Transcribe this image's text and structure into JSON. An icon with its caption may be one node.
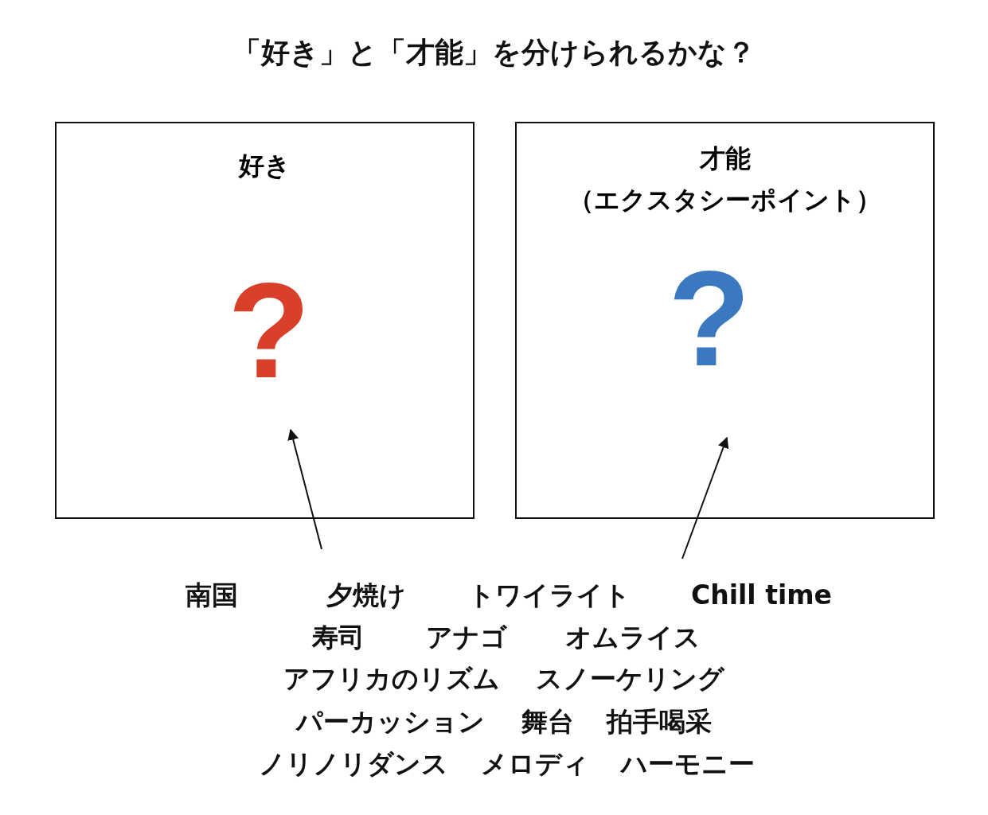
{
  "diagram": {
    "title": "「好き」と「才能」を分けられるかな？",
    "nodes": [
      {
        "text": [
          "好き",
          "?"
        ]
      },
      {
        "text": [
          "才能（エクスタシーポイント）",
          "?"
        ]
      }
    ],
    "edges": [
      {
        "from": null,
        "to": 0,
        "arrow": "to"
      },
      {
        "from": null,
        "to": 1,
        "arrow": "to"
      }
    ],
    "labels": [
      "南国",
      "夕焼け",
      "トワイライト",
      "Chill time",
      "寿司",
      "アナゴ",
      "オムライス",
      "アフリカのリズム",
      "スノーケリング",
      "パーカッション",
      "舞台",
      "拍手喝采",
      "ノリノリダンス",
      "メロディ",
      "ハーモニー"
    ]
  }
}
